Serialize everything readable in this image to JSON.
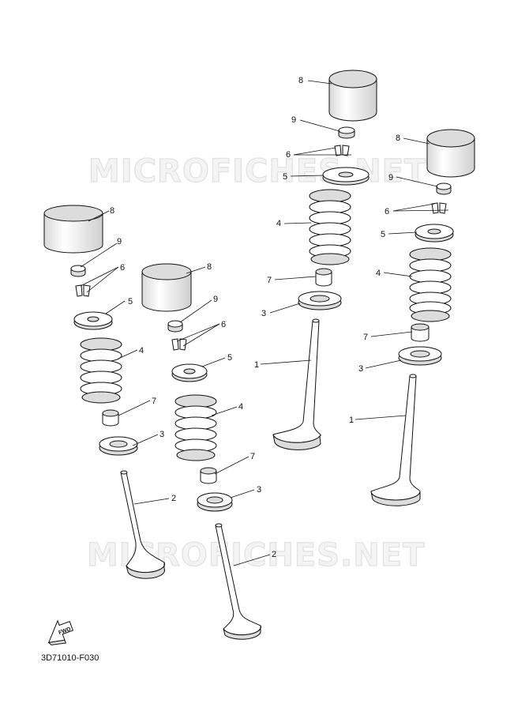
{
  "watermarks": [
    "MICROFICHES.NET",
    "MICROFICHES.NET"
  ],
  "fwd_label": "FWD",
  "diagram_code": "3D71010-F030",
  "callouts": [
    "1",
    "2",
    "3",
    "4",
    "5",
    "6",
    "7",
    "8",
    "9"
  ]
}
